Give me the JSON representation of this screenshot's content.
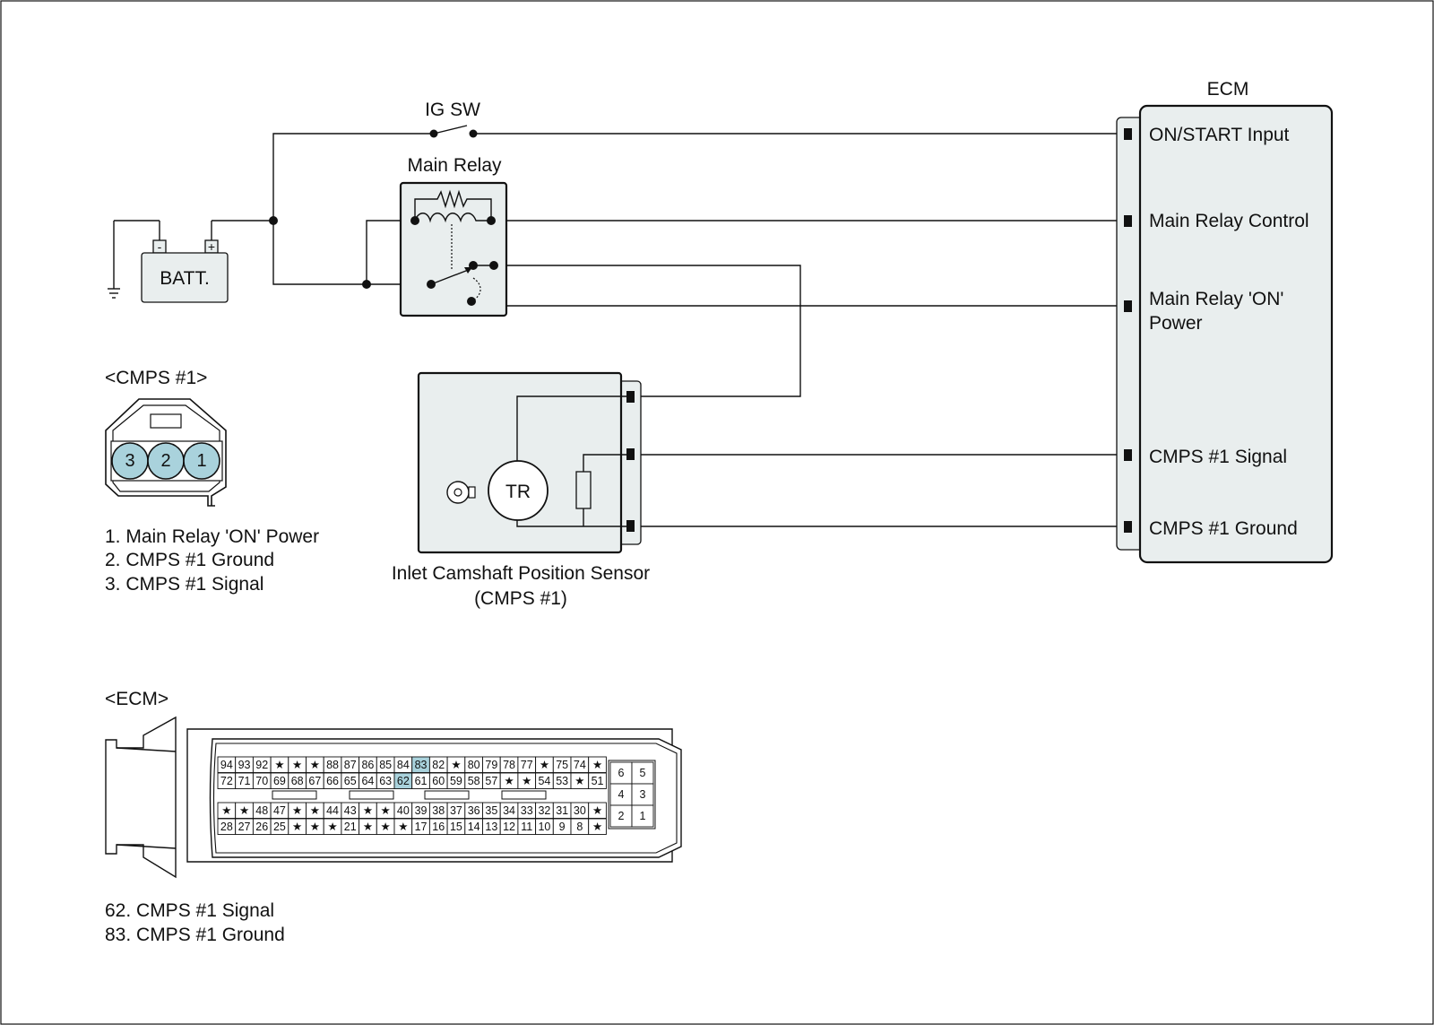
{
  "ig_sw": {
    "label": "IG SW"
  },
  "main_relay": {
    "label": "Main Relay"
  },
  "battery": {
    "label": "BATT.",
    "minus": "-",
    "plus": "+"
  },
  "ecm": {
    "title": "ECM",
    "inputs": {
      "on_start": "ON/START Input",
      "relay_control": "Main Relay Control",
      "relay_on_power_1": "Main Relay 'ON'",
      "relay_on_power_2": "Power",
      "cmps_signal": "CMPS #1 Signal",
      "cmps_ground": "CMPS #1 Ground"
    }
  },
  "sensor": {
    "tr_label": "TR",
    "caption_1": "Inlet Camshaft Position Sensor",
    "caption_2": "(CMPS #1)"
  },
  "cmps_connector": {
    "heading": "<CMPS #1>",
    "pins": [
      "3",
      "2",
      "1"
    ],
    "legend": [
      "1. Main Relay 'ON' Power",
      "2. CMPS #1 Ground",
      "3. CMPS #1 Signal"
    ]
  },
  "ecm_connector": {
    "heading": "<ECM>",
    "row1": [
      "94",
      "93",
      "92",
      "★",
      "★",
      "★",
      "88",
      "87",
      "86",
      "85",
      "84",
      "83",
      "82",
      "★",
      "80",
      "79",
      "78",
      "77",
      "★",
      "75",
      "74",
      "★"
    ],
    "row2": [
      "72",
      "71",
      "70",
      "69",
      "68",
      "67",
      "66",
      "65",
      "64",
      "63",
      "62",
      "61",
      "60",
      "59",
      "58",
      "57",
      "★",
      "★",
      "54",
      "53",
      "★",
      "51"
    ],
    "row3": [
      "★",
      "★",
      "48",
      "47",
      "★",
      "★",
      "44",
      "43",
      "★",
      "★",
      "40",
      "39",
      "38",
      "37",
      "36",
      "35",
      "34",
      "33",
      "32",
      "31",
      "30",
      "★"
    ],
    "row4": [
      "28",
      "27",
      "26",
      "25",
      "★",
      "★",
      "★",
      "21",
      "★",
      "★",
      "★",
      "17",
      "16",
      "15",
      "14",
      "13",
      "12",
      "11",
      "10",
      "9",
      "8",
      "★"
    ],
    "highlight": [
      "83",
      "62"
    ],
    "side_block": [
      [
        "6",
        "5"
      ],
      [
        "4",
        "3"
      ],
      [
        "2",
        "1"
      ]
    ],
    "legend": [
      "62. CMPS #1 Signal",
      "83. CMPS #1 Ground"
    ],
    "highlight_color": "#a9d2dc"
  }
}
